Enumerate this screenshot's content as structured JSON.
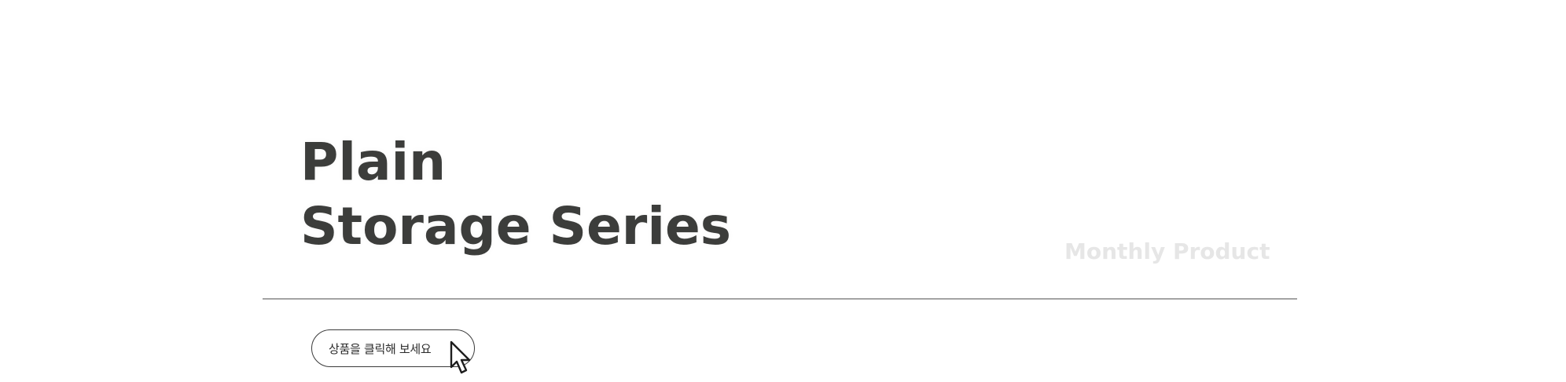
{
  "hero": {
    "title_line1": "Plain",
    "title_line2": "Storage Series",
    "subtitle": "Monthly Product"
  },
  "cta": {
    "label": "상품을 클릭해 보세요",
    "icon": "mouse-pointer-icon"
  },
  "colors": {
    "title": "#3c3d3b",
    "subtitle": "#e6e6e6",
    "divider": "#a3a3a3",
    "button_border": "#3a3a3a"
  }
}
